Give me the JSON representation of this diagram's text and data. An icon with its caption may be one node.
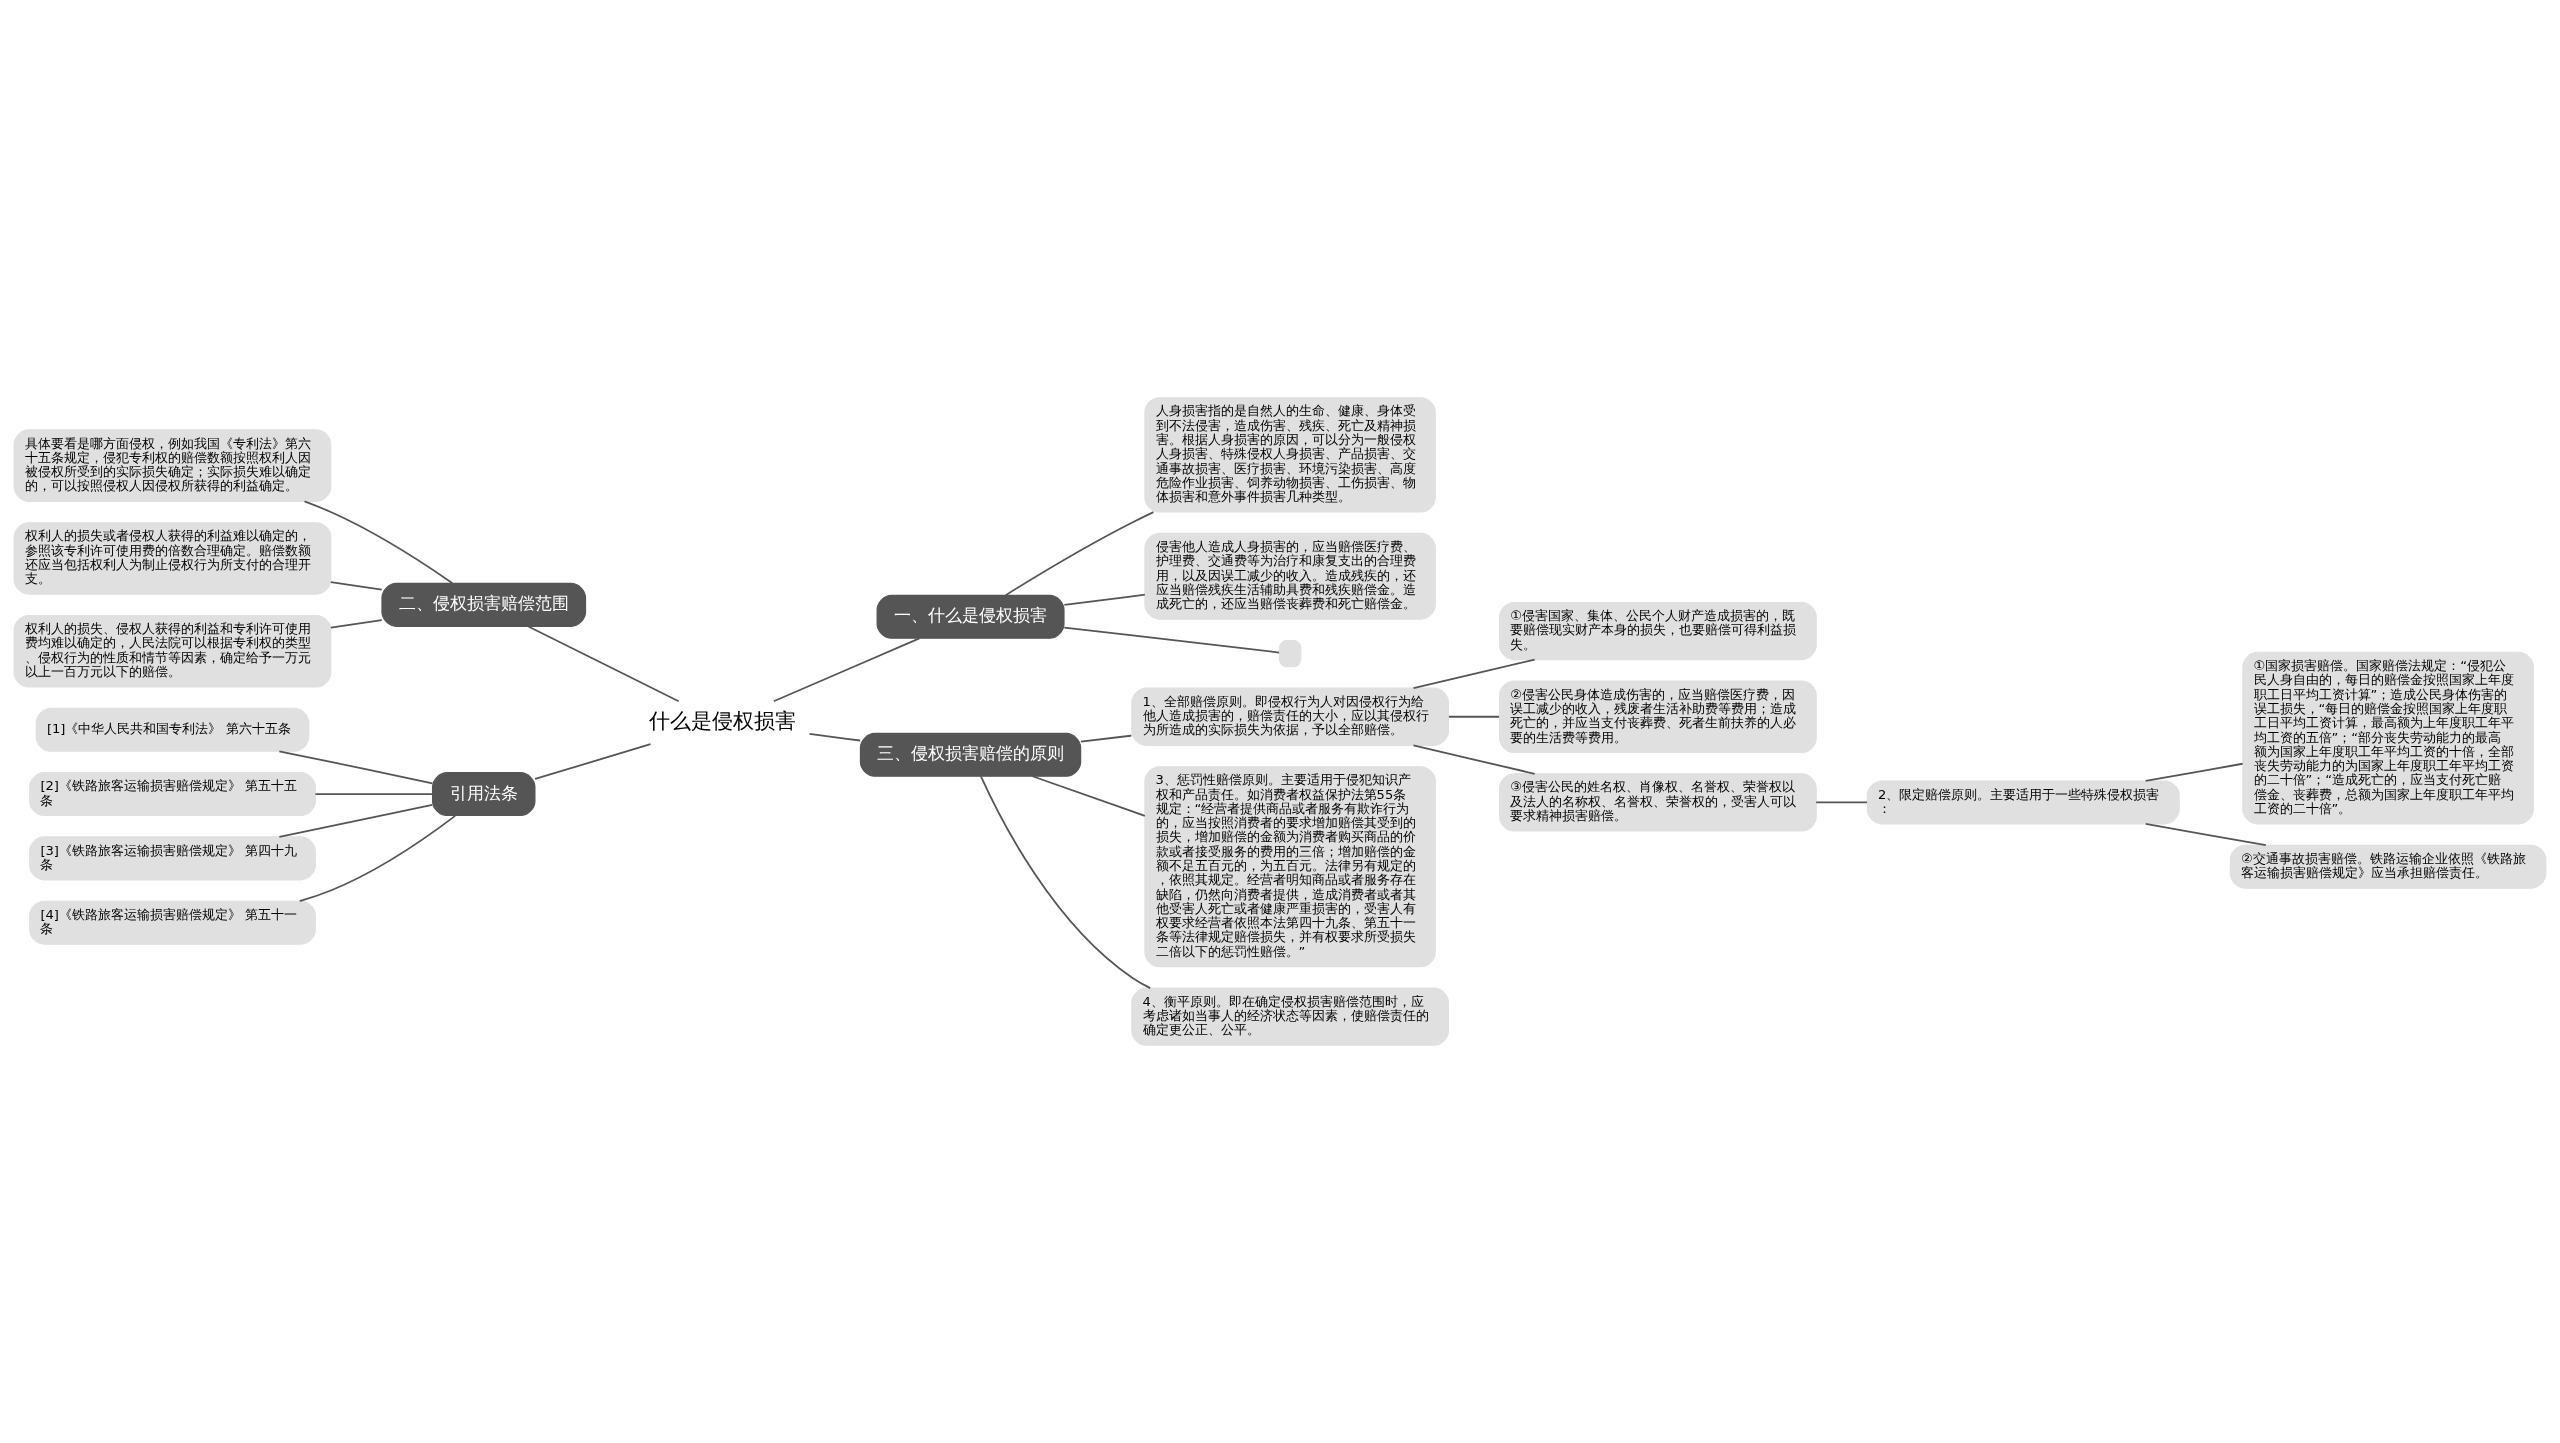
{
  "diagram": {
    "nodes": [
      {
        "text": [
          "什么是侵权损害"
        ]
      },
      {
        "text": [
          "一、什么是侵权损害"
        ]
      },
      {
        "text": [
          "人身损害指的是自然人的生命、健康、身体受到不法侵害，造成伤害、残疾、死亡及精神损害。根据人身损害的原因，可以分为一般侵权人身损害、特殊侵权人身损害、产品损害、交通事故损害、医疗损害、环境污染损害、高度危险作业损害、饲养动物损害、工伤损害、物体损害和意外事件损害几种类型。"
        ]
      },
      {
        "text": [
          "侵害他人造成人身损害的，应当赔偿医疗费、护理费、交通费等为治疗和康复支出的合理费用，以及因误工减少的收入。造成残疾的，还应当赔偿残疾生活辅助具费和残疾赔偿金。造成死亡的，还应当赔偿丧葬费和死亡赔偿金。"
        ]
      },
      {
        "text": [],
        "shape": "box"
      },
      {
        "text": [
          "二、侵权损害赔偿范围"
        ]
      },
      {
        "text": [
          "具体要看是哪方面侵权，例如我国《专利法》第六十五条规定，侵犯专利权的赔偿数额按照权利人因被侵权所受到的实际损失确定；实际损失难以确定的，可以按照侵权人因侵权所获得的利益确定。"
        ]
      },
      {
        "text": [
          "权利人的损失或者侵权人获得的利益难以确定的，参照该专利许可使用费的倍数合理确定。赔偿数额还应当包括权利人为制止侵权行为所支付的合理开支。"
        ]
      },
      {
        "text": [
          "权利人的损失、侵权人获得的利益和专利许可使用费均难以确定的，人民法院可以根据专利权的类型、侵权行为的性质和情节等因素，确定给予一万元以上一百万元以下的赔偿。"
        ]
      },
      {
        "text": [
          "引用法条"
        ]
      },
      {
        "text": [
          "[1]《中华人民共和国专利法》 第六十五条"
        ]
      },
      {
        "text": [
          "[2]《铁路旅客运输损害赔偿规定》 第五十五条"
        ]
      },
      {
        "text": [
          "[3]《铁路旅客运输损害赔偿规定》 第四十九条"
        ]
      },
      {
        "text": [
          "[4]《铁路旅客运输损害赔偿规定》 第五十一条"
        ]
      },
      {
        "text": [
          "三、侵权损害赔偿的原则"
        ]
      },
      {
        "text": [
          "1、全部赔偿原则。即侵权行为人对因侵权行为给他人造成损害的，赔偿责任的大小，应以其侵权行为所造成的实际损失为依据，予以全部赔偿。"
        ]
      },
      {
        "text": [
          "①侵害国家、集体、公民个人财产造成损害的，既要赔偿现实财产本身的损失，也要赔偿可得利益损失。"
        ]
      },
      {
        "text": [
          "②侵害公民身体造成伤害的，应当赔偿医疗费，因误工减少的收入，残废者生活补助费等费用；造成死亡的，并应当支付丧葬费、死者生前扶养的人必要的生活费等费用。"
        ]
      },
      {
        "text": [
          "③侵害公民的姓名权、肖像权、名誉权、荣誉权以及法人的名称权、名誉权、荣誉权的，受害人可以要求精神损害赔偿。"
        ]
      },
      {
        "text": [
          "2、限定赔偿原则。主要适用于一些特殊侵权损害："
        ]
      },
      {
        "text": [
          "①国家损害赔偿。国家赔偿法规定：“侵犯公民人身自由的，每日的赔偿金按照国家上年度职工日平均工资计算”；造成公民身体伤害的误工损失，“每日的赔偿金按照国家上年度职工日平均工资计算，最高额为上年度职工年平均工资的五倍”；“部分丧失劳动能力的最高额为国家上年度职工年平均工资的十倍，全部丧失劳动能力的为国家上年度职工年平均工资的二十倍”；“造成死亡的，应当支付死亡赔偿金、丧葬费，总额为国家上年度职工年平均工资的二十倍”。"
        ]
      },
      {
        "text": [
          "②交通事故损害赔偿。铁路运输企业依照《铁路旅客运输损害赔偿规定》应当承担赔偿责任。"
        ]
      },
      {
        "text": [
          "3、惩罚性赔偿原则。主要适用于侵犯知识产权和产品责任。如消费者权益保护法第55条规定：“经营者提供商品或者服务有欺诈行为的，应当按照消费者的要求增加赔偿其受到的损失，增加赔偿的金额为消费者购买商品的价款或者接受服务的费用的三倍；增加赔偿的金额不足五百元的，为五百元。法律另有规定的，依照其规定。经营者明知商品或者服务存在缺陷，仍然向消费者提供，造成消费者或者其他受害人死亡或者健康严重损害的，受害人有权要求经营者依照本法第四十九条、第五十一条等法律规定赔偿损失，并有权要求所受损失二倍以下的惩罚性赔偿。”"
        ]
      },
      {
        "text": [
          "4、衡平原则。即在确定侵权损害赔偿范围时，应考虑诸如当事人的经济状态等因素，使赔偿责任的确定更公正、公平。"
        ]
      }
    ],
    "edges": [
      {
        "from": 0,
        "to": 1,
        "arrow": "none"
      },
      {
        "from": 1,
        "to": 2,
        "arrow": "none"
      },
      {
        "from": 1,
        "to": 3,
        "arrow": "none"
      },
      {
        "from": 1,
        "to": 4,
        "arrow": "none"
      },
      {
        "from": 0,
        "to": 5,
        "arrow": "none"
      },
      {
        "from": 5,
        "to": 6,
        "arrow": "none"
      },
      {
        "from": 5,
        "to": 7,
        "arrow": "none"
      },
      {
        "from": 5,
        "to": 8,
        "arrow": "none"
      },
      {
        "from": 0,
        "to": 9,
        "arrow": "none"
      },
      {
        "from": 9,
        "to": 10,
        "arrow": "none"
      },
      {
        "from": 9,
        "to": 11,
        "arrow": "none"
      },
      {
        "from": 9,
        "to": 12,
        "arrow": "none"
      },
      {
        "from": 9,
        "to": 13,
        "arrow": "none"
      },
      {
        "from": 0,
        "to": 14,
        "arrow": "none"
      },
      {
        "from": 14,
        "to": 15,
        "arrow": "none"
      },
      {
        "from": 15,
        "to": 16,
        "arrow": "none"
      },
      {
        "from": 15,
        "to": 17,
        "arrow": "none"
      },
      {
        "from": 15,
        "to": 18,
        "arrow": "none"
      },
      {
        "from": 18,
        "to": 19,
        "arrow": "none"
      },
      {
        "from": 19,
        "to": 20,
        "arrow": "none"
      },
      {
        "from": 19,
        "to": 21,
        "arrow": "none"
      },
      {
        "from": 14,
        "to": 22,
        "arrow": "none"
      },
      {
        "from": 14,
        "to": 23,
        "arrow": "none"
      }
    ]
  }
}
